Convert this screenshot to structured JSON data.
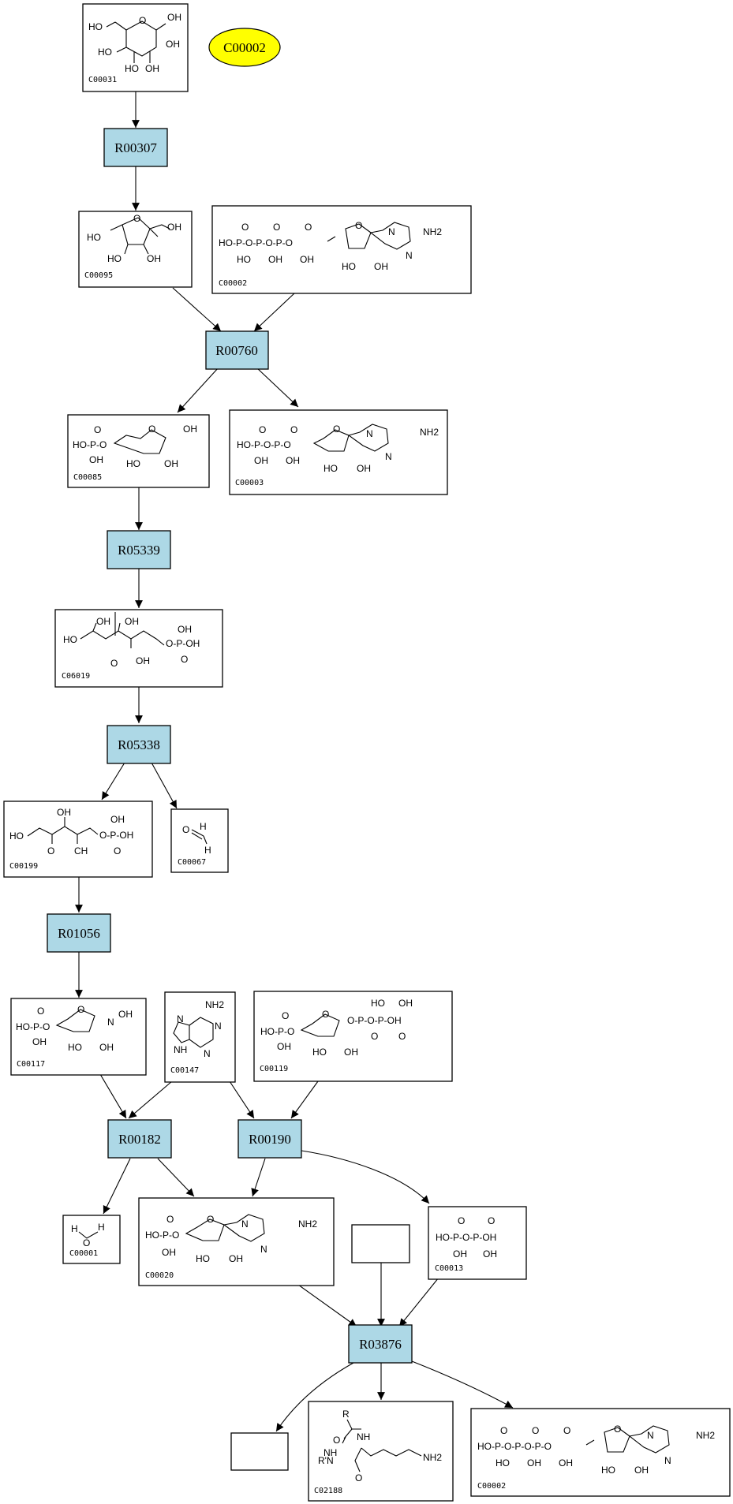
{
  "legend": {
    "label": "C00002",
    "color": "#ffff00"
  },
  "colors": {
    "reaction_fill": "#add8e6",
    "compound_fill": "#ffffff",
    "stroke": "#000000"
  },
  "compounds": [
    {
      "id": "C00031"
    },
    {
      "id": "C00095"
    },
    {
      "id": "C00002"
    },
    {
      "id": "C00085"
    },
    {
      "id": "C00003"
    },
    {
      "id": "C06019"
    },
    {
      "id": "C00199"
    },
    {
      "id": "C00067"
    },
    {
      "id": "C00117"
    },
    {
      "id": "C00147"
    },
    {
      "id": "C00119"
    },
    {
      "id": "C00001"
    },
    {
      "id": "C00020"
    },
    {
      "id": "C00013"
    },
    {
      "id": ""
    },
    {
      "id": ""
    },
    {
      "id": "C02188"
    },
    {
      "id": "C00002"
    }
  ],
  "reactions": [
    {
      "id": "R00307"
    },
    {
      "id": "R00760"
    },
    {
      "id": "R05339"
    },
    {
      "id": "R05338"
    },
    {
      "id": "R01056"
    },
    {
      "id": "R00182"
    },
    {
      "id": "R00190"
    },
    {
      "id": "R03876"
    }
  ],
  "atom_labels": {
    "ho": "HO",
    "oh": "OH",
    "o": "O",
    "p": "P",
    "n": "N",
    "nh2": "NH2",
    "h": "H",
    "r": "R",
    "nh": "NH",
    "ch": "CH",
    "ohpo": "HO-P-O-P-O-P-O",
    "rn": "R'N"
  }
}
